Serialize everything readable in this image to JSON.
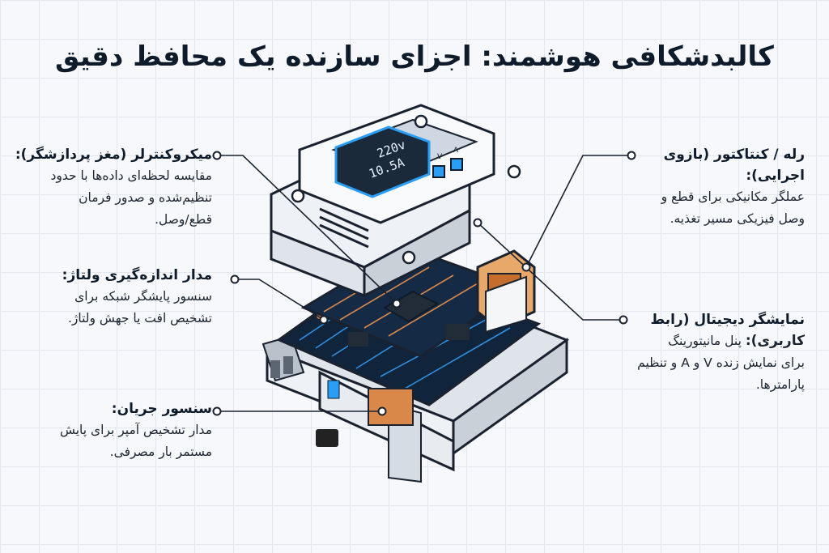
{
  "title": "کالبدشکافی هوشمند: اجزای سازنده یک محافظ دقیق",
  "display": {
    "voltage": "220v",
    "current": "10.5A",
    "unit_v": "V",
    "unit_a": "A"
  },
  "callouts": {
    "microcontroller": {
      "heading": "میکروکنترلر (مغز پردازشگر):",
      "body": [
        "مقایسه لحظه‌ای داده‌ها با حدود",
        "تنظیم‌شده و صدور فرمان",
        "قطع/وصل."
      ]
    },
    "voltage": {
      "heading": "مدار اندازه‌گیری ولتاژ:",
      "body": [
        "سنسور پایشگر شبکه برای",
        "تشخیص افت یا جهش ولتاژ."
      ]
    },
    "current": {
      "heading": "سنسور جریان:",
      "body": [
        "مدار تشخیص آمپر برای پایش",
        "مستمر بار مصرفی."
      ]
    },
    "relay": {
      "heading": "رله / کنتاکتور (بازوی اجرایی):",
      "body": [
        "عملگر مکانیکی برای قطع و",
        "وصل فیزیکی مسیر تغذیه."
      ]
    },
    "display_ui": {
      "heading": "نمایشگر دیجیتال (رابط",
      "heading2": "کاربری):",
      "body_inline": "پنل مانیتورینگ",
      "body": [
        "برای نمایش زنده V و A و تنظیم",
        "پارامترها."
      ]
    }
  }
}
